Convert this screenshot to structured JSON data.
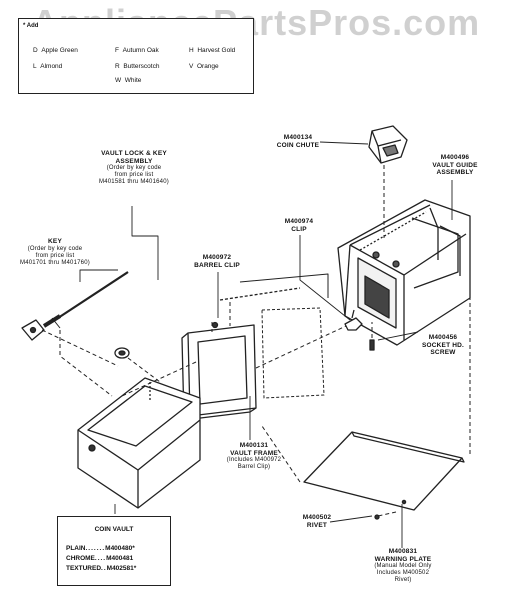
{
  "watermark": "AppliancePartsPros.com",
  "legend": {
    "note": "* Add",
    "items": [
      {
        "code": "D",
        "name": "Apple Green"
      },
      {
        "code": "F",
        "name": "Autumn Oak"
      },
      {
        "code": "H",
        "name": "Harvest Gold"
      },
      {
        "code": "L",
        "name": "Almond"
      },
      {
        "code": "R",
        "name": "Butterscotch"
      },
      {
        "code": "V",
        "name": "Orange"
      },
      {
        "code": "W",
        "name": "White"
      }
    ]
  },
  "parts": {
    "vault_lock": {
      "l1": "VAULT LOCK & KEY",
      "l2": "ASSEMBLY",
      "l3": "(Order by key code",
      "l4": "from price list",
      "l5": "M401581 thru M401640)"
    },
    "key": {
      "l1": "KEY",
      "l2": "(Order by key code",
      "l3": "from price list",
      "l4": "M401701 thru M401760)"
    },
    "coin_chute": {
      "l1": "M400134",
      "l2": "COIN CHUTE"
    },
    "vault_guide": {
      "l1": "M400496",
      "l2": "VAULT GUIDE",
      "l3": "ASSEMBLY"
    },
    "clip": {
      "l1": "M400974",
      "l2": "CLIP"
    },
    "barrel_clip": {
      "l1": "M400972",
      "l2": "BARREL CLIP"
    },
    "socket_screw": {
      "l1": "M400456",
      "l2": "SOCKET HD.",
      "l3": "SCREW"
    },
    "vault_frame": {
      "l1": "M400131",
      "l2": "VAULT FRAME",
      "l3": "(Includes M400972",
      "l4": "Barrel Clip)"
    },
    "rivet": {
      "l1": "M400502",
      "l2": "RIVET"
    },
    "warning_plate": {
      "l1": "M400831",
      "l2": "WARNING PLATE",
      "l3": "(Manual Model Only",
      "l4": "Includes M400502",
      "l5": "Rivet)"
    }
  },
  "coin_vault": {
    "title": "COIN VAULT",
    "rows": [
      {
        "finish": "PLAIN",
        "dots": ".......",
        "part": "M400480*"
      },
      {
        "finish": "CHROME",
        "dots": "....",
        "part": "M400481"
      },
      {
        "finish": "TEXTURED",
        "dots": "..",
        "part": "M402581*"
      }
    ]
  }
}
